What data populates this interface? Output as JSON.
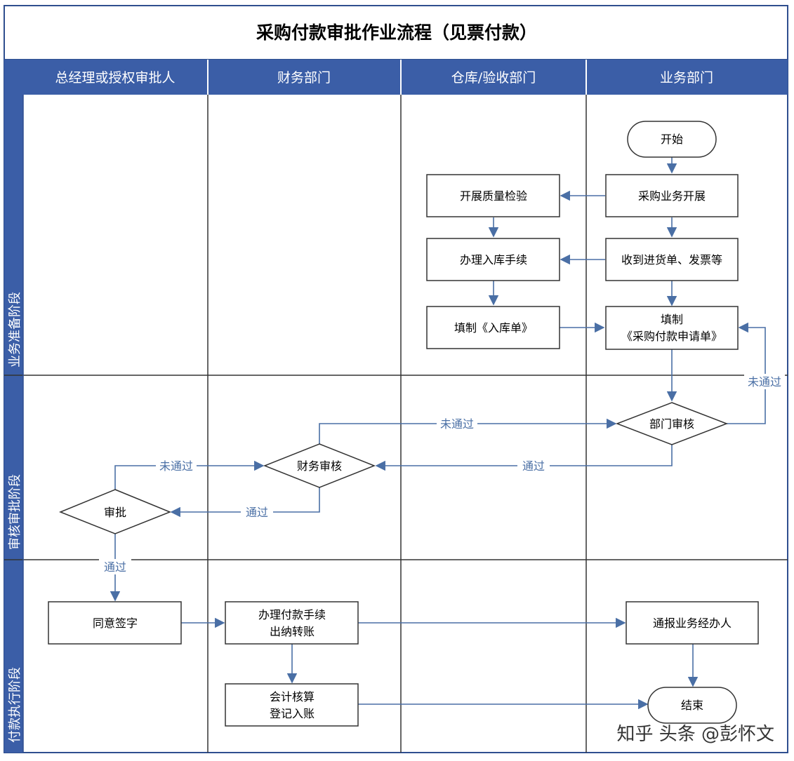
{
  "title": "采购付款审批作业流程（见票付款）",
  "columns": [
    "总经理或授权审批人",
    "财务部门",
    "仓库/验收部门",
    "业务部门"
  ],
  "phases": [
    "业务准备阶段",
    "审核审批阶段",
    "付款执行阶段"
  ],
  "nodes": {
    "start": "开始",
    "purchase": "采购业务开展",
    "quality": "开展质量检验",
    "receive_docs": "收到进货单、发票等",
    "warehouse_in": "办理入库手续",
    "fill_in_label": "填制《入库单》",
    "fill_apply_line1": "填制",
    "fill_apply_line2": "《采购付款申请单》",
    "dept_review": "部门审核",
    "finance_review": "财务审核",
    "approve": "审批",
    "sign": "同意签字",
    "pay_line1": "办理付款手续",
    "pay_line2": "出纳转账",
    "notify": "通报业务经办人",
    "account_line1": "会计核算",
    "account_line2": "登记入账",
    "end": "结束"
  },
  "edge_labels": {
    "not_passed": "未通过",
    "passed": "通过"
  },
  "watermark": "知乎 头条 @彭怀文",
  "colors": {
    "header_blue": "#3b5ea7",
    "line_blue": "#4a6fa5",
    "border_dark": "#333333",
    "grid": "#2f4f8f"
  }
}
